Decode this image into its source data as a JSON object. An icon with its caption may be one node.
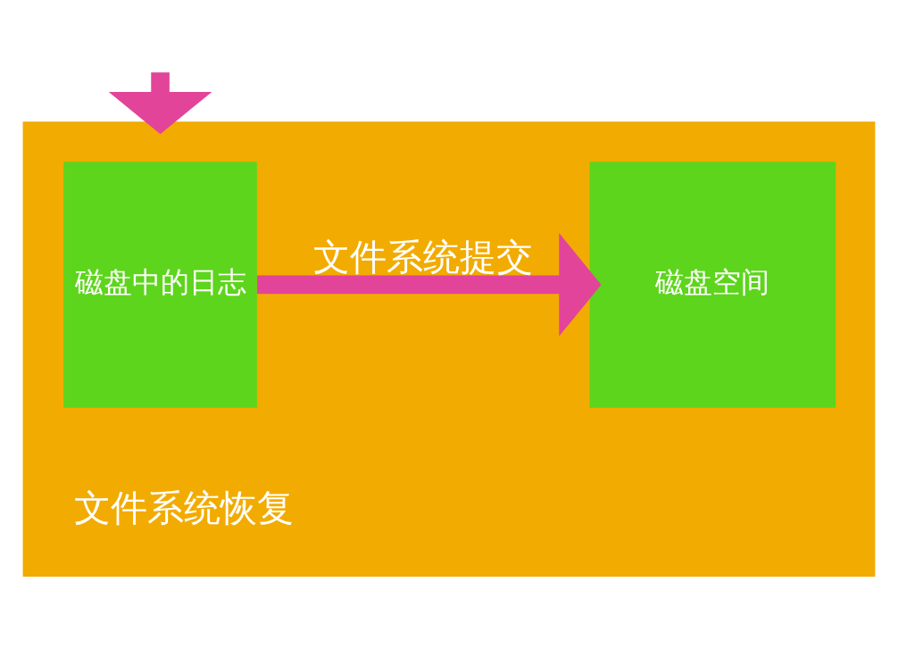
{
  "diagram": {
    "nodes": [
      {
        "text": [],
        "shape": "box"
      },
      {
        "text": [
          "磁盘中的日志"
        ],
        "in": 0
      },
      {
        "text": [
          "磁盘空间"
        ],
        "in": 0
      }
    ],
    "edges": [
      {
        "from": null,
        "to": 0,
        "arrow": "to"
      },
      {
        "from": 1,
        "to": 2,
        "arrow": "to",
        "label": "文件系统提交"
      }
    ],
    "labels": [
      "文件系统恢复"
    ]
  }
}
